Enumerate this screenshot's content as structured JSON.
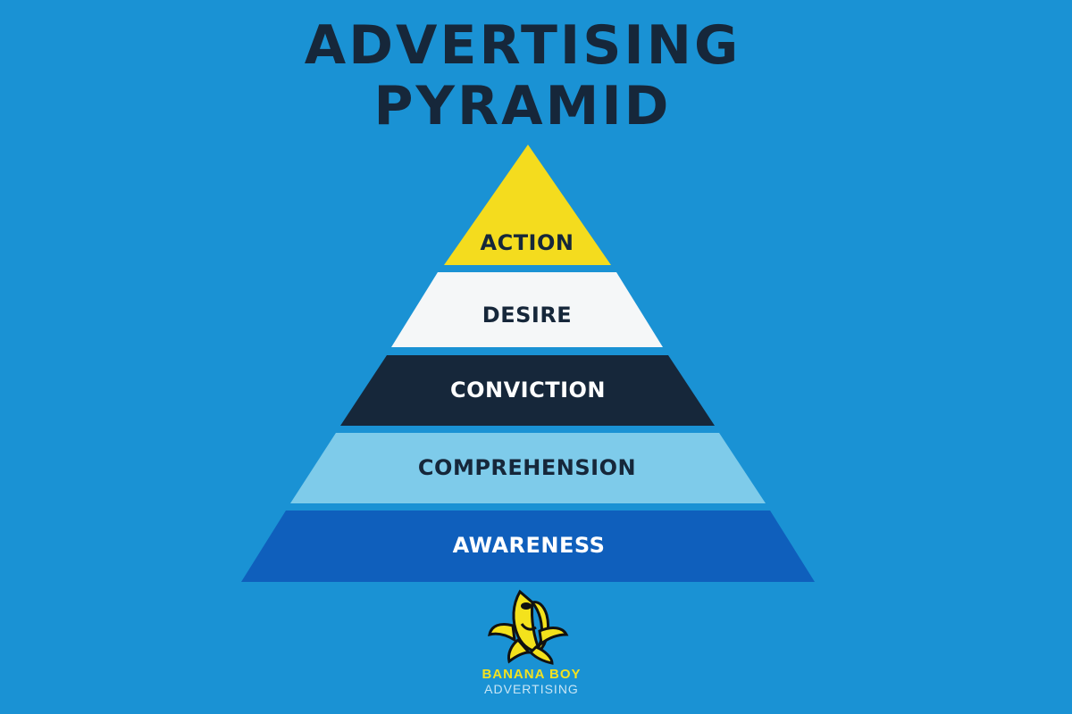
{
  "title": {
    "line1": "ADVERTISING",
    "line2": "PYRAMID"
  },
  "pyramid": {
    "tiers": [
      {
        "label": "ACTION",
        "fill": "#f4dc1e",
        "text_color": "#16273a"
      },
      {
        "label": "DESIRE",
        "fill": "#f5f7f8",
        "text_color": "#16273a"
      },
      {
        "label": "CONVICTION",
        "fill": "#16273a",
        "text_color": "#ffffff"
      },
      {
        "label": "COMPREHENSION",
        "fill": "#7ecbea",
        "text_color": "#16273a"
      },
      {
        "label": "AWARENESS",
        "fill": "#0f5fbc",
        "text_color": "#ffffff"
      }
    ]
  },
  "brand": {
    "name": "BANANA BOY",
    "tagline": "ADVERTISING",
    "logo_icon": "banana-icon"
  },
  "colors": {
    "background": "#1a92d4",
    "title": "#16273a",
    "brand_name": "#f3e21f"
  }
}
